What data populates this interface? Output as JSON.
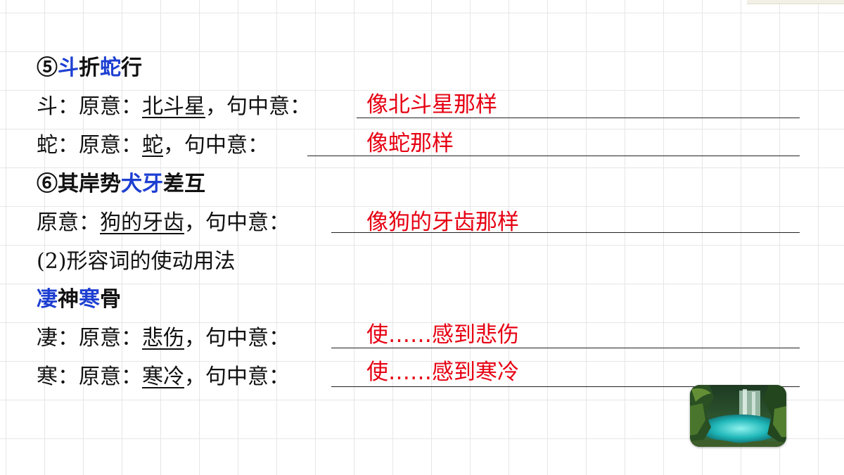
{
  "lines": {
    "l1": {
      "num": "⑤",
      "a": "斗",
      "b": "折",
      "c": "蛇",
      "d": "行"
    },
    "l2": {
      "label": "斗：原意：",
      "meaning": "北斗星",
      "rest": "，句中意：",
      "answer": "像北斗星那样"
    },
    "l3": {
      "label": "蛇：原意：",
      "meaning": "蛇",
      "rest": "，句中意：",
      "answer": "像蛇那样"
    },
    "l4": {
      "num": "⑥",
      "a": "其岸势",
      "b": "犬牙",
      "c": "差互"
    },
    "l5": {
      "label": "原意：",
      "meaning": "狗的牙齿",
      "rest": "，句中意：",
      "answer": "像狗的牙齿那样"
    },
    "l6": {
      "text": "(2)形容词的使动用法"
    },
    "l7": {
      "a": "凄",
      "b": "神",
      "c": "寒",
      "d": "骨"
    },
    "l8": {
      "label": "凄：原意：",
      "meaning": "悲伤",
      "rest": "，句中意：",
      "answer": "使……感到悲伤"
    },
    "l9": {
      "label": "寒：原意：",
      "meaning": "寒冷",
      "rest": "，句中意：",
      "answer": "使……感到寒冷"
    }
  },
  "colors": {
    "highlight": "#1d3fd1",
    "answer": "#e60012"
  },
  "image": {
    "icon": "waterfall-lake-photo"
  }
}
